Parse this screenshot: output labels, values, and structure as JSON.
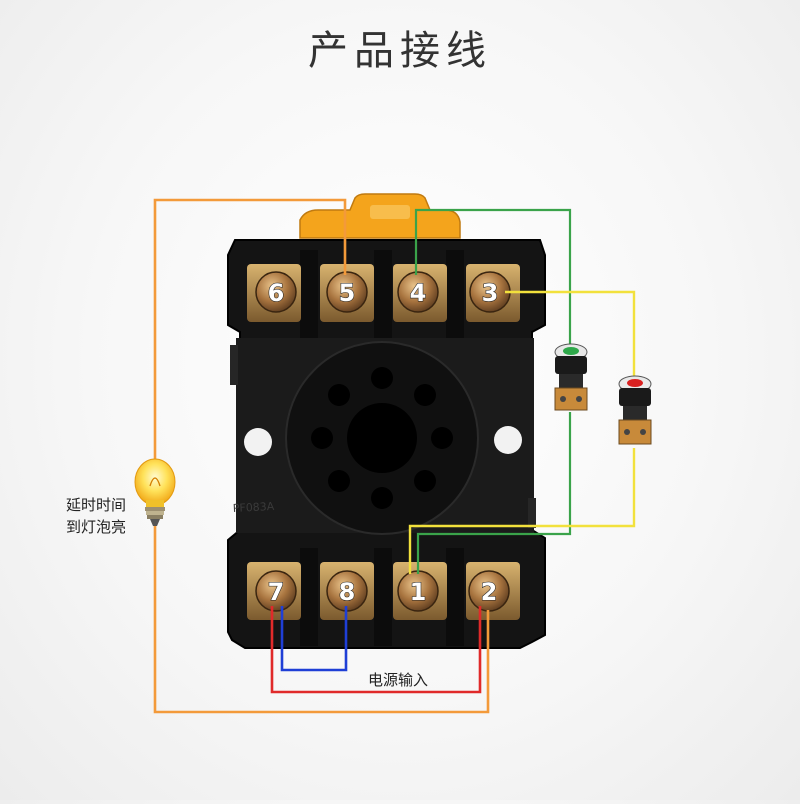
{
  "title": "产品接线",
  "lamp_label_line1": "延时时间",
  "lamp_label_line2": "到灯泡亮",
  "power_label": "电源输入",
  "terminals_top": [
    "6",
    "5",
    "4",
    "3"
  ],
  "terminals_bottom": [
    "7",
    "8",
    "1",
    "2"
  ],
  "body_marking": "PF083A",
  "colors": {
    "orange_wire": "#f39a3a",
    "green_wire": "#3aa34a",
    "yellow_wire": "#f2e13c",
    "red_wire": "#e02a2a",
    "blue_wire": "#1f3fd6",
    "socket_body": "#151515",
    "tab": "#f4a41c"
  }
}
